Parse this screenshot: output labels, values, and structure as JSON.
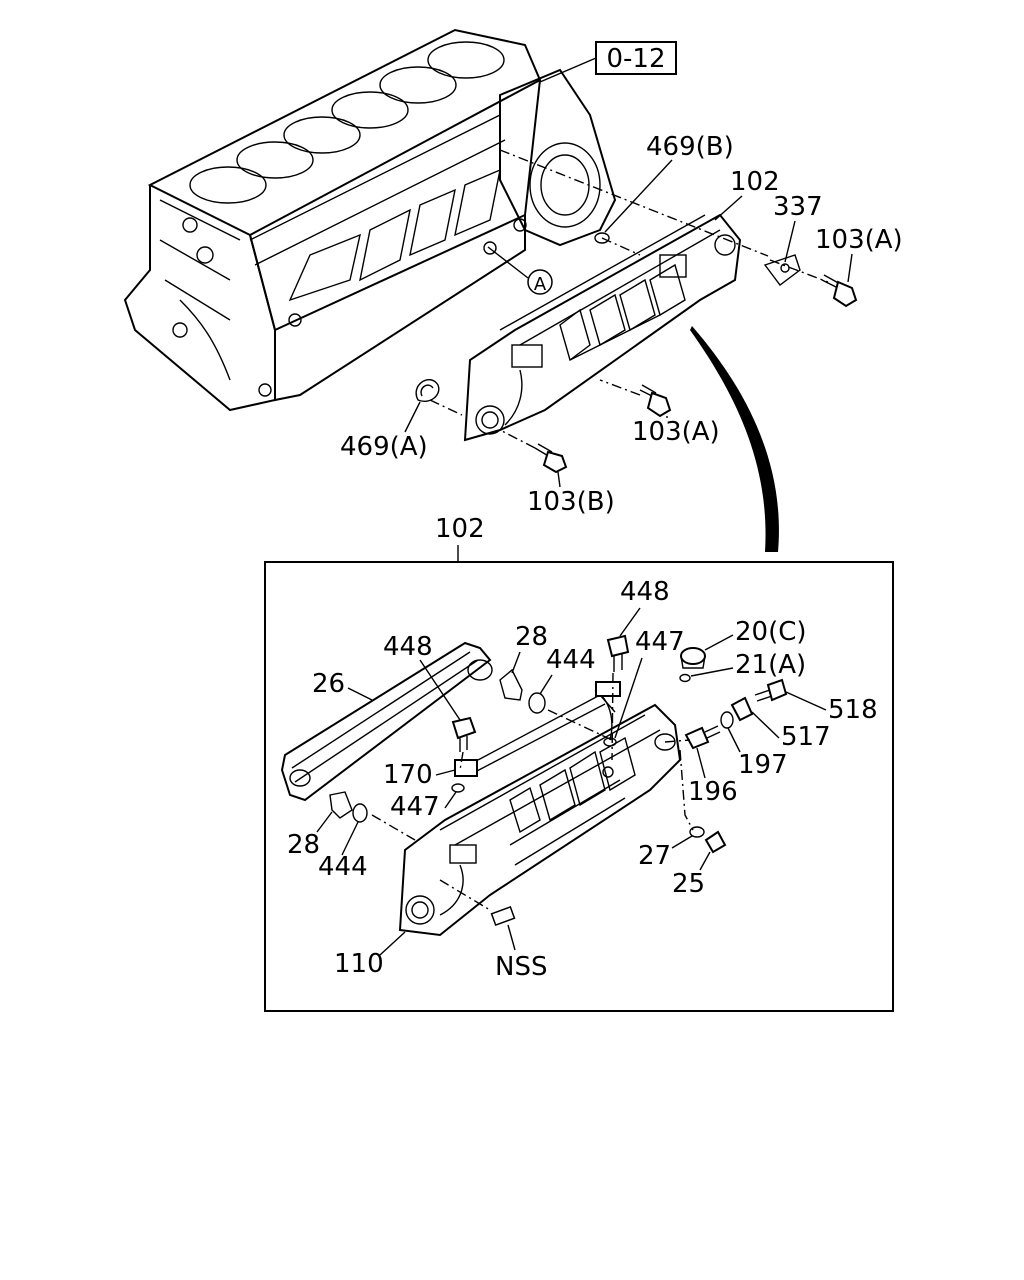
{
  "reference_box": "0-12",
  "circle_marker": "A",
  "labels": {
    "l_469b": "469(B)",
    "l_102_top": "102",
    "l_337": "337",
    "l_103a_right": "103(A)",
    "l_103a_mid": "103(A)",
    "l_469a": "469(A)",
    "l_103b": "103(B)",
    "l_102_detail": "102",
    "l_448_left": "448",
    "l_28_top": "28",
    "l_444_top": "444",
    "l_448_right": "448",
    "l_447_top": "447",
    "l_20c": "20(C)",
    "l_21a": "21(A)",
    "l_518": "518",
    "l_517": "517",
    "l_197": "197",
    "l_196": "196",
    "l_26": "26",
    "l_170": "170",
    "l_447_low": "447",
    "l_28_low": "28",
    "l_444_low": "444",
    "l_27": "27",
    "l_25": "25",
    "l_110": "110",
    "l_nss": "NSS"
  },
  "icons": {
    "engine_block": "engine-block-illustration",
    "oil_cooler": "oil-cooler-assembly-illustration",
    "arrow": "curved-pointer-arrow"
  }
}
